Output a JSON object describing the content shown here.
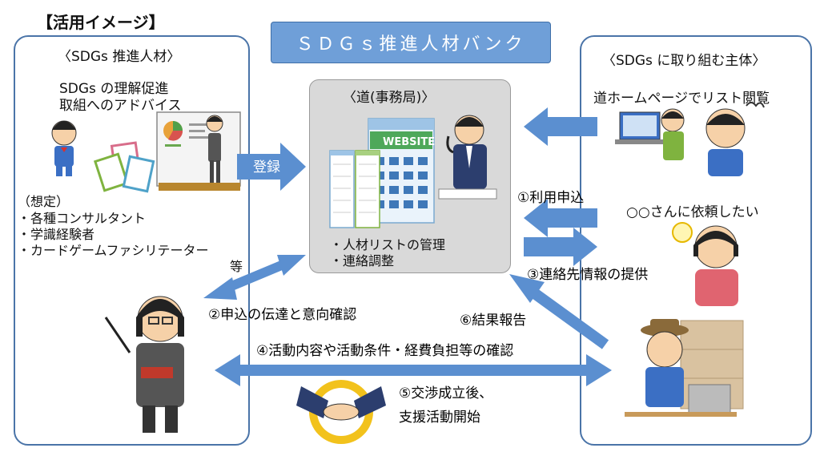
{
  "header": {
    "label": "【活用イメージ】"
  },
  "banner": {
    "title": "ＳＤＧｓ推進人材バンク"
  },
  "left_panel": {
    "title": "〈SDGs 推進人材〉",
    "role_line1": "SDGs の理解促進",
    "role_line2": "取組へのアドバイス",
    "assumed_title": "（想定）",
    "assumed_items": [
      "・各種コンサルタント",
      "・学識経験者",
      "・カードゲームファシリテーター"
    ],
    "assumed_suffix": "等"
  },
  "center": {
    "title": "〈道(事務局)〉",
    "website_label": "WEBSITE",
    "duty1": "・人材リストの管理",
    "duty2": "・連絡調整"
  },
  "right_panel": {
    "title": "〈SDGs に取り組む主体〉",
    "browse_text": "道ホームページでリスト閲覧",
    "request_text": "○○さんに依頼したい"
  },
  "flows": {
    "register": "登録",
    "step1": "①利用申込",
    "step2": "②申込の伝達と意向確認",
    "step3": "③連絡先情報の提供",
    "step4": "④活動内容や活動条件・経費負担等の確認",
    "step5_line1": "⑤交渉成立後、",
    "step5_line2": "支援活動開始",
    "step6": "⑥結果報告"
  },
  "colors": {
    "arrow": "#5b8fd0",
    "panel_border": "#4a74a8",
    "banner": "#6f9fd8",
    "center_box": "#d9d9d9"
  }
}
